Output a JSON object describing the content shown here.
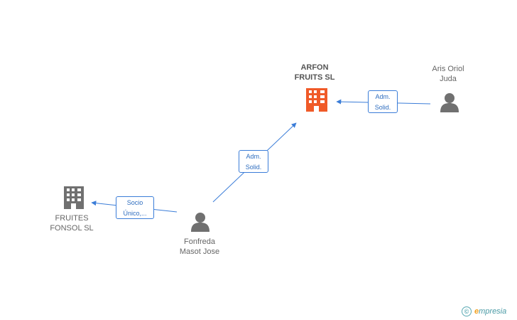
{
  "nodes": {
    "arfon": {
      "line1": "ARFON",
      "line2": "FRUITS SL",
      "type": "company",
      "color": "#f05a28"
    },
    "fruites": {
      "line1": "FRUITES",
      "line2": "FONSOL SL",
      "type": "company",
      "color": "#707070"
    },
    "aris": {
      "line1": "Aris Oriol",
      "line2": "Juda",
      "type": "person",
      "color": "#707070"
    },
    "fonfreda": {
      "line1": "Fonfreda",
      "line2": "Masot Jose",
      "type": "person",
      "color": "#707070"
    }
  },
  "edges": {
    "aris_arfon": {
      "line1": "Adm.",
      "line2": "Solid."
    },
    "fonfreda_arfon": {
      "line1": "Adm.",
      "line2": "Solid."
    },
    "fonfreda_fruites": {
      "line1": "Socio",
      "line2": "Único,..."
    }
  },
  "edge_color": "#3b7dd8",
  "watermark": {
    "copyright": "©",
    "brand_initial": "e",
    "brand_rest": "mpresia"
  }
}
